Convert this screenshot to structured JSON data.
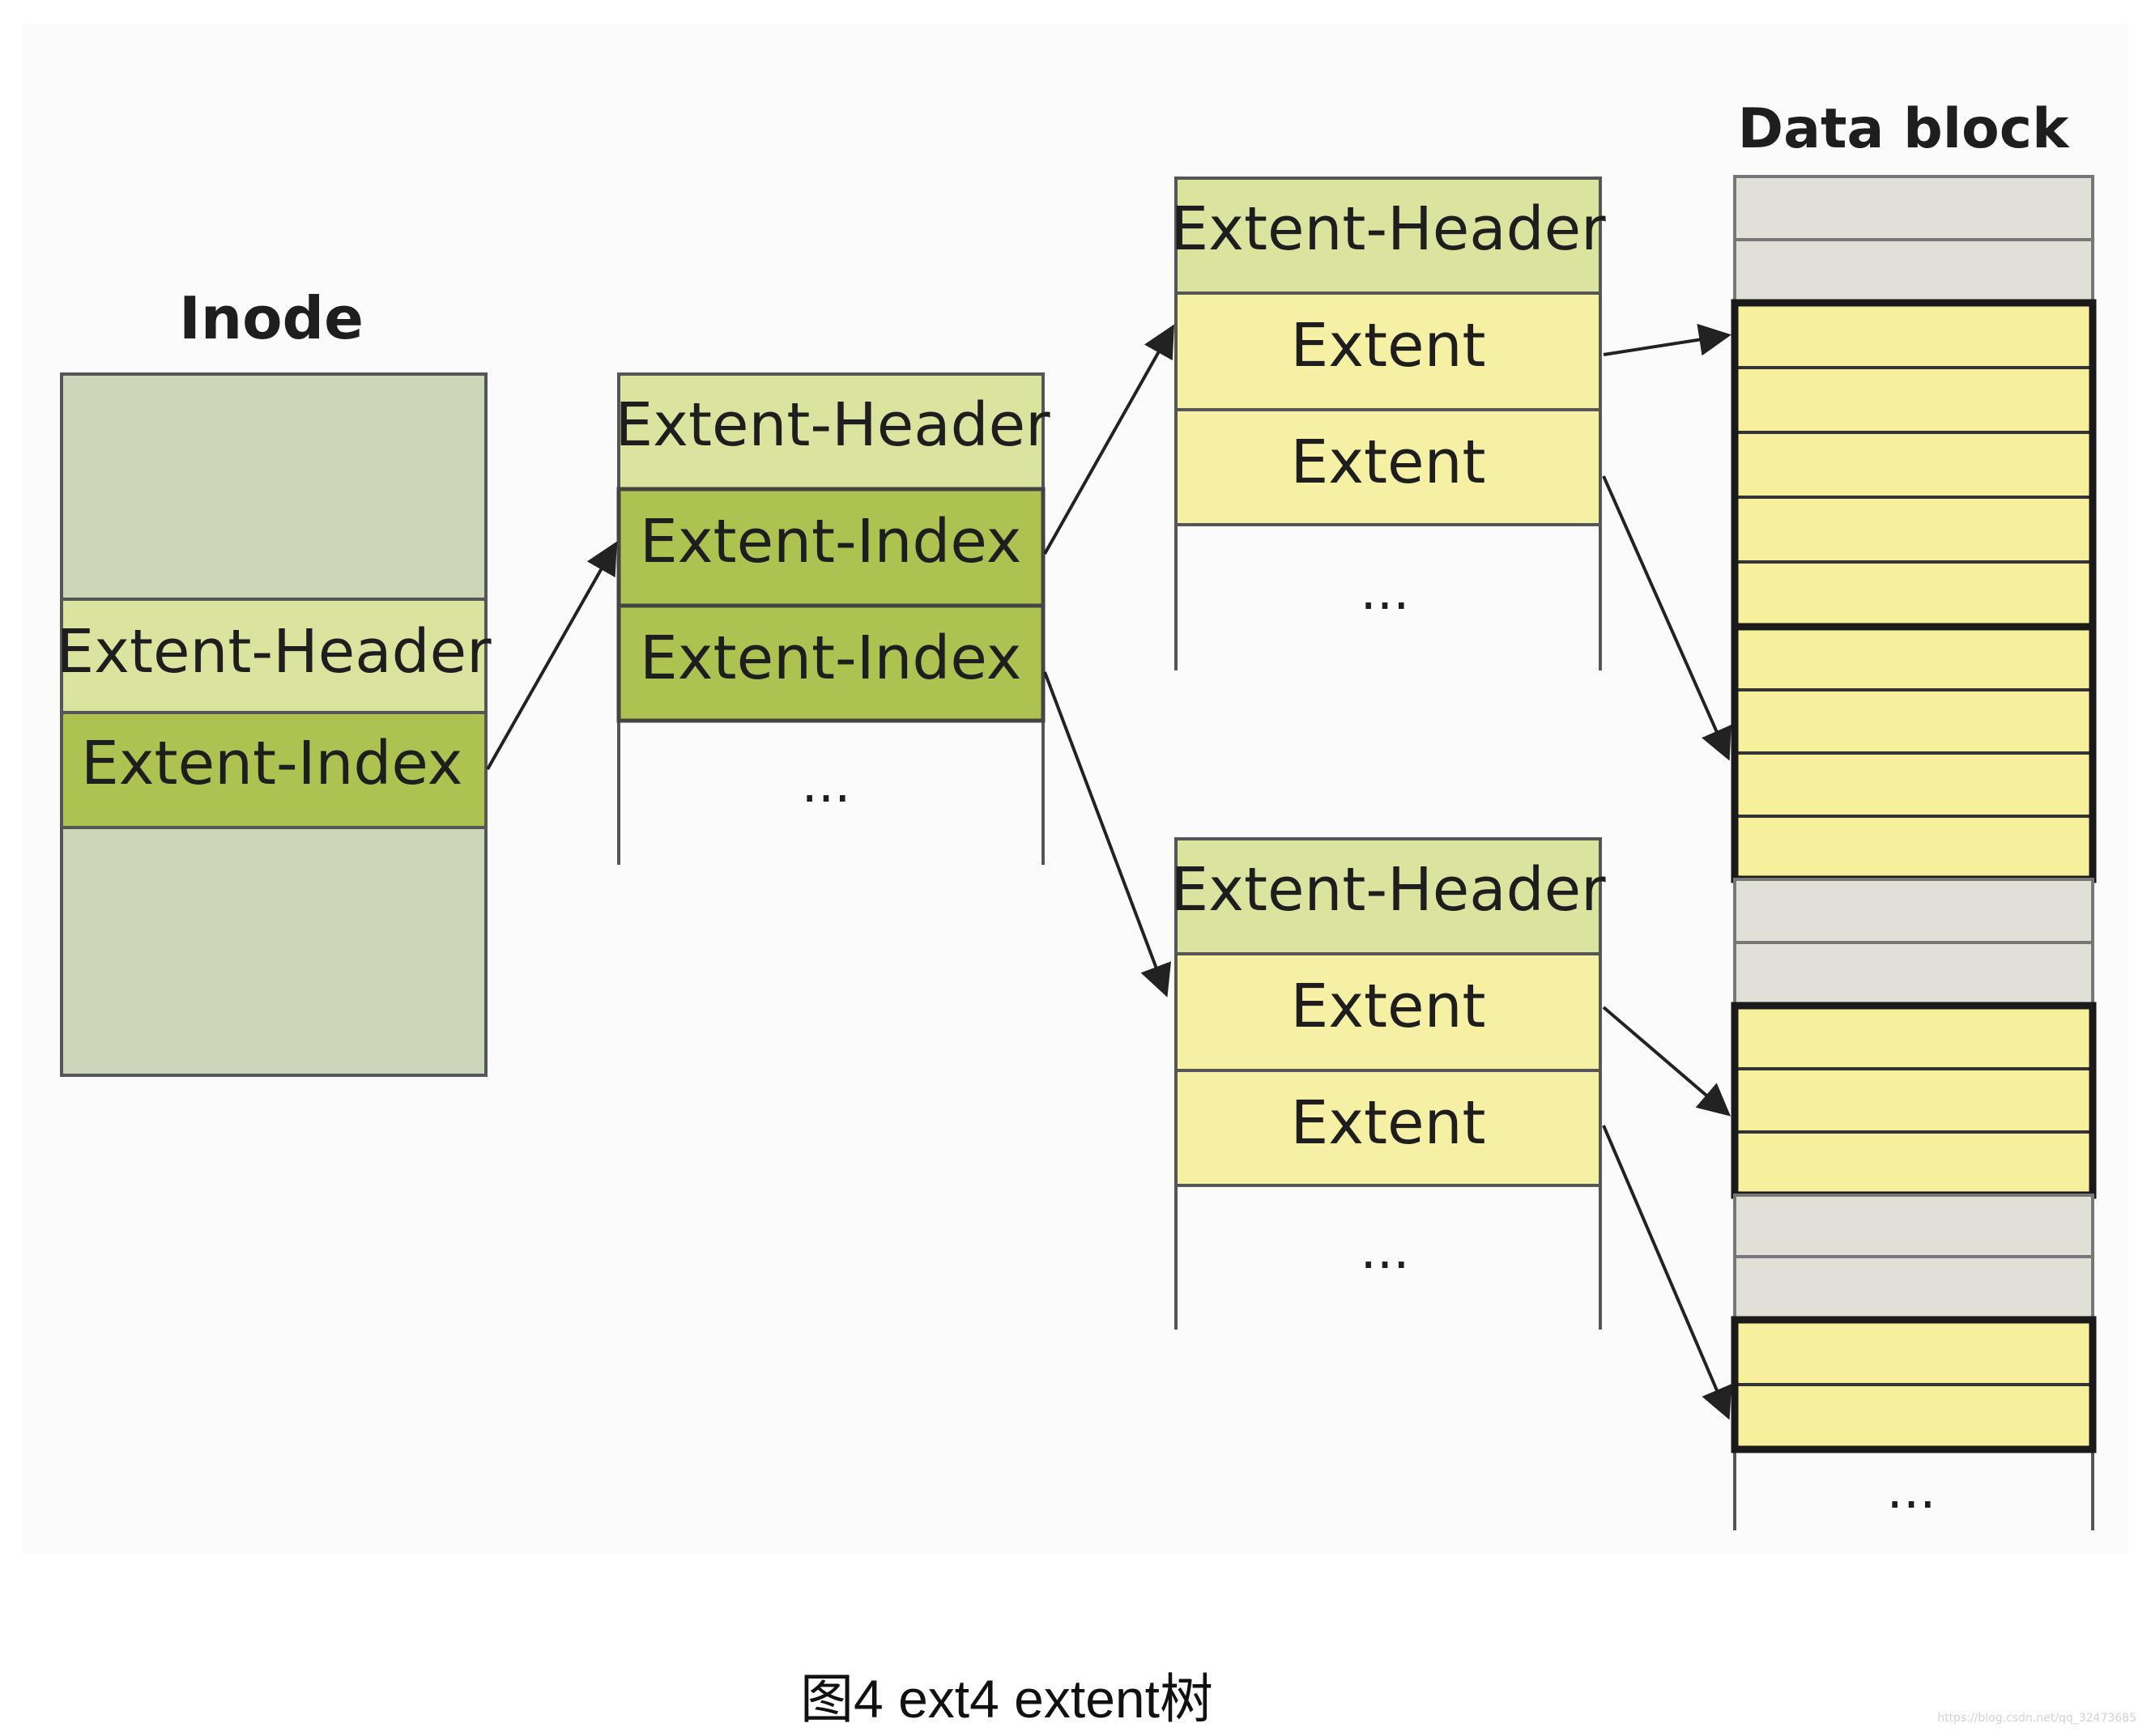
{
  "diagram": {
    "inode_title": "Inode",
    "data_block_title": "Data block",
    "header_label": "Extent-Header",
    "index_label": "Extent-Index",
    "extent_label": "Extent",
    "ellipsis": "...",
    "colors": {
      "inode_fill": "#cdd6b9",
      "header_fill": "#dae49f",
      "index_fill": "#aec251",
      "extent_fill": "#f6f0a4",
      "free_block_fill": "#e0e0d6",
      "used_block_fill": "#f6ef9c",
      "stroke": "#444444"
    }
  },
  "caption": "图4  ext4 extent树",
  "watermark": "https://blog.csdn.net/qq_32473685"
}
